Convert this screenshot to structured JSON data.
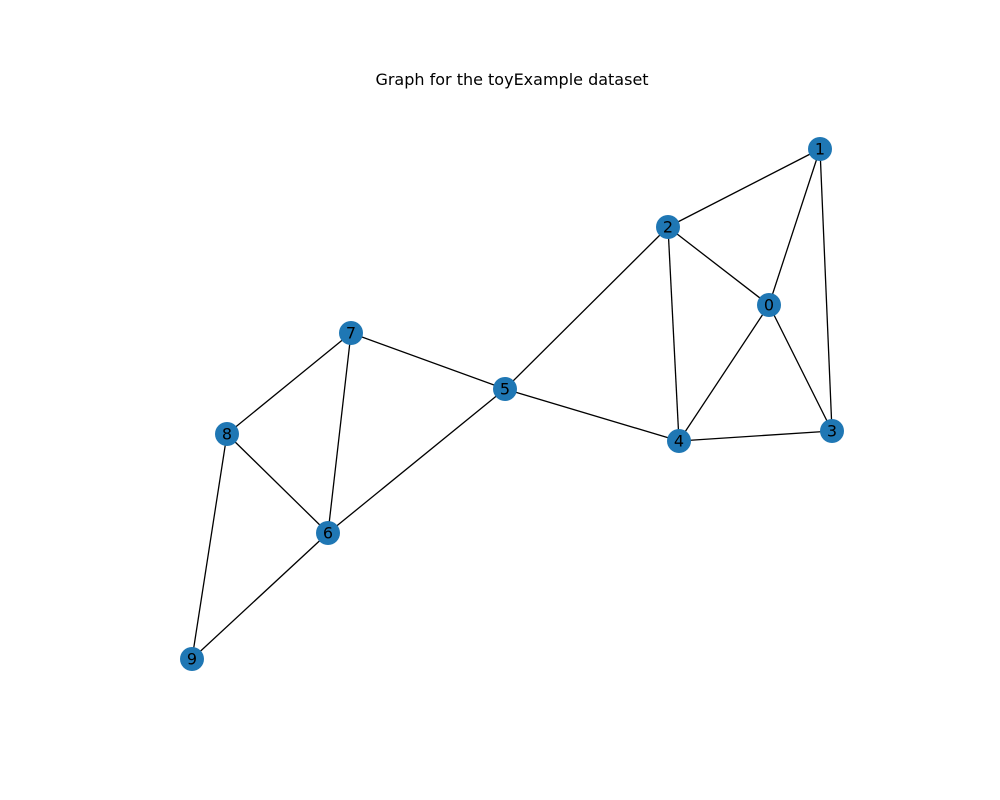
{
  "title": "Graph for the toyExample dataset",
  "node_color": "#1f77b4",
  "edge_color": "#000000",
  "nodes": [
    {
      "id": "0",
      "label": "0"
    },
    {
      "id": "1",
      "label": "1"
    },
    {
      "id": "2",
      "label": "2"
    },
    {
      "id": "3",
      "label": "3"
    },
    {
      "id": "4",
      "label": "4"
    },
    {
      "id": "5",
      "label": "5"
    },
    {
      "id": "6",
      "label": "6"
    },
    {
      "id": "7",
      "label": "7"
    },
    {
      "id": "8",
      "label": "8"
    },
    {
      "id": "9",
      "label": "9"
    }
  ],
  "edges": [
    [
      "1",
      "2"
    ],
    [
      "1",
      "0"
    ],
    [
      "1",
      "3"
    ],
    [
      "2",
      "0"
    ],
    [
      "2",
      "4"
    ],
    [
      "2",
      "5"
    ],
    [
      "0",
      "4"
    ],
    [
      "0",
      "3"
    ],
    [
      "4",
      "3"
    ],
    [
      "5",
      "4"
    ],
    [
      "7",
      "5"
    ],
    [
      "5",
      "6"
    ],
    [
      "7",
      "8"
    ],
    [
      "7",
      "6"
    ],
    [
      "8",
      "6"
    ],
    [
      "8",
      "9"
    ],
    [
      "6",
      "9"
    ]
  ]
}
